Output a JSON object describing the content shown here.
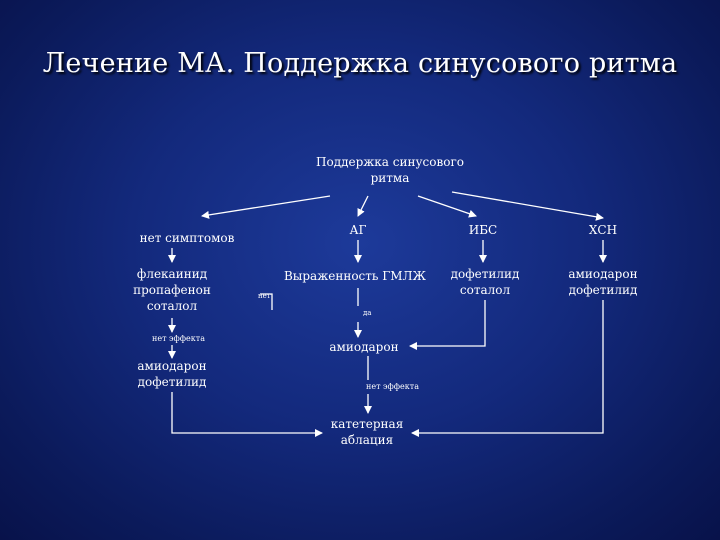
{
  "slide": {
    "title": "Лечение МА. Поддержка синусового ритма"
  },
  "diagram": {
    "root": "Поддержка синусового\nритма",
    "branch_no_symptoms": "нет симптомов",
    "branch_ag": "АГ",
    "branch_ibs": "ИБС",
    "branch_hsn": "ХСН",
    "drugs_no_symptoms": "флекаинид\nпропафенон\nсоталол",
    "no_effect_left": "нет эффекта",
    "drugs_left_second": "амиодарон\nдофетилид",
    "lvh_question": "Выраженность ГМЛЖ",
    "answer_no": "нет",
    "answer_yes": "да",
    "drugs_ibs": "дофетилид\nсоталол",
    "drugs_hsn": "амиодарон\nдофетилид",
    "amiodarone": "амиодарон",
    "no_effect_center": "нет эффекта",
    "ablation": "катетерная\nаблация"
  }
}
